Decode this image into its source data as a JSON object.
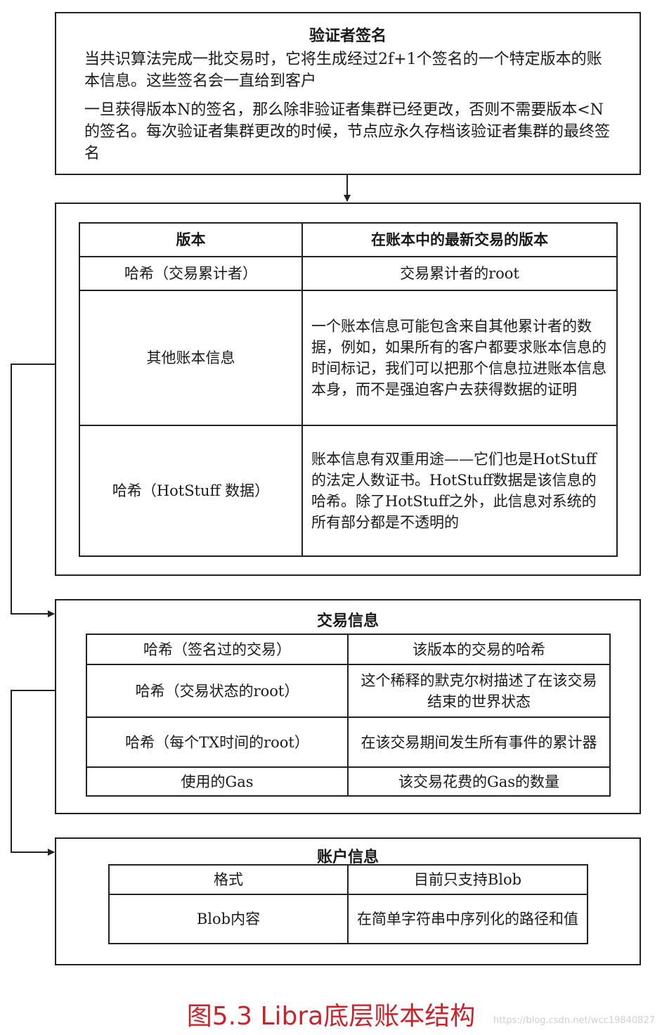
{
  "validator": {
    "title": "验证者签名",
    "para1": "当共识算法完成一批交易时，它将生成经过2f+1个签名的一个特定版本的账本信息。这些签名会一直给到客户",
    "para2": "一旦获得版本N的签名，那么除非验证者集群已经更改，否则不需要版本<N的签名。每次验证者集群更改的时候，节点应永久存档该验证者集群的最终签名"
  },
  "ledger_table": {
    "header": [
      "版本",
      "在账本中的最新交易的版本"
    ],
    "rows": [
      [
        "哈希（交易累计者）",
        "交易累计者的root"
      ],
      [
        "其他账本信息",
        "一个账本信息可能包含来自其他累计者的数据，例如，如果所有的客户都要求账本信息的时间标记，我们可以把那个信息拉进账本信息本身，而不是强迫客户去获得数据的证明"
      ],
      [
        "哈希（HotStuff 数据）",
        "账本信息有双重用途——它们也是HotStuff的法定人数证书。HotStuff数据是该信息的哈希。除了HotStuff之外，此信息对系统的所有部分都是不透明的"
      ]
    ]
  },
  "transaction": {
    "title": "交易信息",
    "rows": [
      [
        "哈希（签名过的交易）",
        "该版本的交易的哈希"
      ],
      [
        "哈希（交易状态的root）",
        "这个稀释的默克尔树描述了在该交易结束的世界状态"
      ],
      [
        "哈希（每个TX时间的root）",
        "在该交易期间发生所有事件的累计器"
      ],
      [
        "使用的Gas",
        "该交易花费的Gas的数量"
      ]
    ]
  },
  "account": {
    "title": "账户信息",
    "rows": [
      [
        "格式",
        "目前只支持Blob"
      ],
      [
        "Blob内容",
        "在简单字符串中序列化的路径和值"
      ]
    ]
  },
  "caption": "图5.3 Libra底层账本结构",
  "watermark": "https://blog.csdn.net/wcc19840827"
}
